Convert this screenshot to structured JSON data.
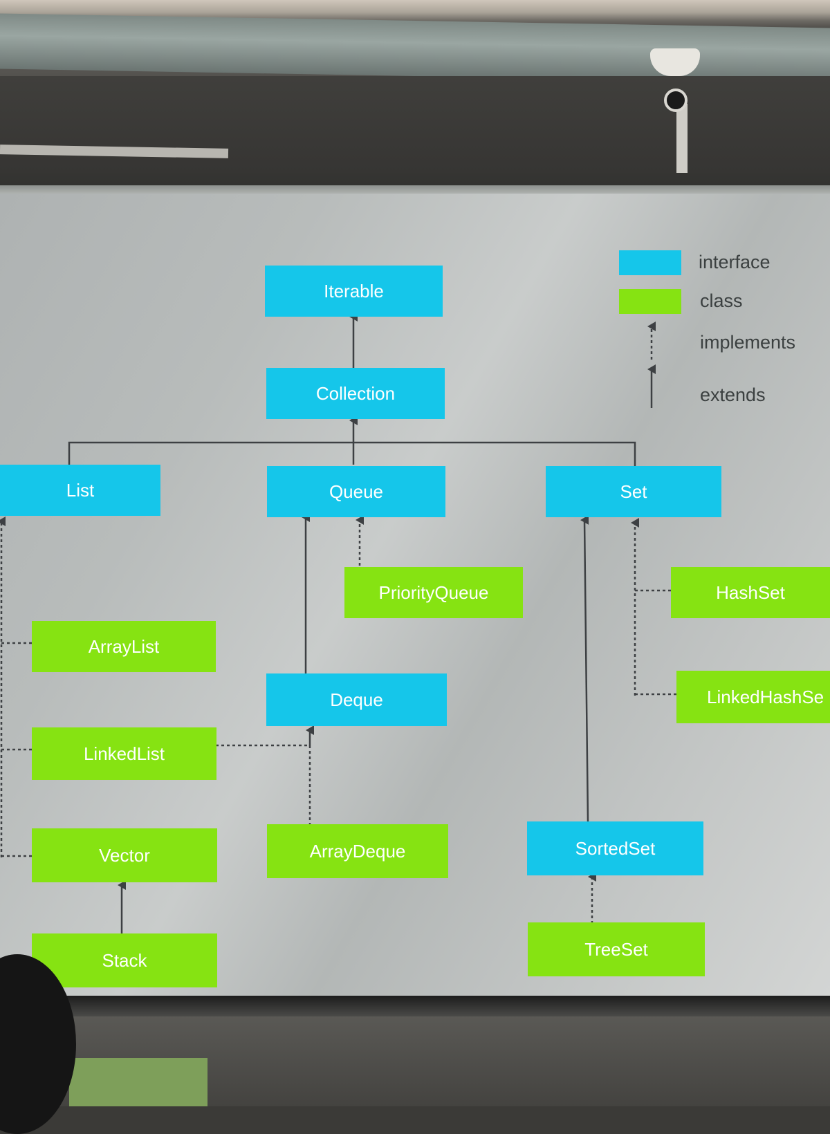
{
  "colors": {
    "interface": "#15c6ea",
    "class": "#86e312",
    "line": "#3d4043"
  },
  "legend": {
    "interface": "interface",
    "class": "class",
    "implements": "implements",
    "extends": "extends"
  },
  "nodes": {
    "iterable": "Iterable",
    "collection": "Collection",
    "list": "List",
    "queue": "Queue",
    "set": "Set",
    "priority_queue": "PriorityQueue",
    "hash_set": "HashSet",
    "array_list": "ArrayList",
    "deque": "Deque",
    "linked_hash_set": "LinkedHashSe",
    "linked_list": "LinkedList",
    "vector": "Vector",
    "array_deque": "ArrayDeque",
    "sorted_set": "SortedSet",
    "stack": "Stack",
    "tree_set": "TreeSet"
  },
  "relations": [
    {
      "from": "Collection",
      "to": "Iterable",
      "type": "extends"
    },
    {
      "from": "List",
      "to": "Collection",
      "type": "extends"
    },
    {
      "from": "Queue",
      "to": "Collection",
      "type": "extends"
    },
    {
      "from": "Set",
      "to": "Collection",
      "type": "extends"
    },
    {
      "from": "PriorityQueue",
      "to": "Queue",
      "type": "implements"
    },
    {
      "from": "Deque",
      "to": "Queue",
      "type": "extends"
    },
    {
      "from": "ArrayList",
      "to": "List",
      "type": "implements"
    },
    {
      "from": "LinkedList",
      "to": "List",
      "type": "implements"
    },
    {
      "from": "LinkedList",
      "to": "Deque",
      "type": "implements"
    },
    {
      "from": "Vector",
      "to": "List",
      "type": "implements"
    },
    {
      "from": "Stack",
      "to": "Vector",
      "type": "extends"
    },
    {
      "from": "ArrayDeque",
      "to": "Deque",
      "type": "implements"
    },
    {
      "from": "HashSet",
      "to": "Set",
      "type": "implements"
    },
    {
      "from": "LinkedHashSe",
      "to": "Set",
      "type": "implements"
    },
    {
      "from": "SortedSet",
      "to": "Set",
      "type": "extends"
    },
    {
      "from": "TreeSet",
      "to": "SortedSet",
      "type": "implements"
    }
  ]
}
